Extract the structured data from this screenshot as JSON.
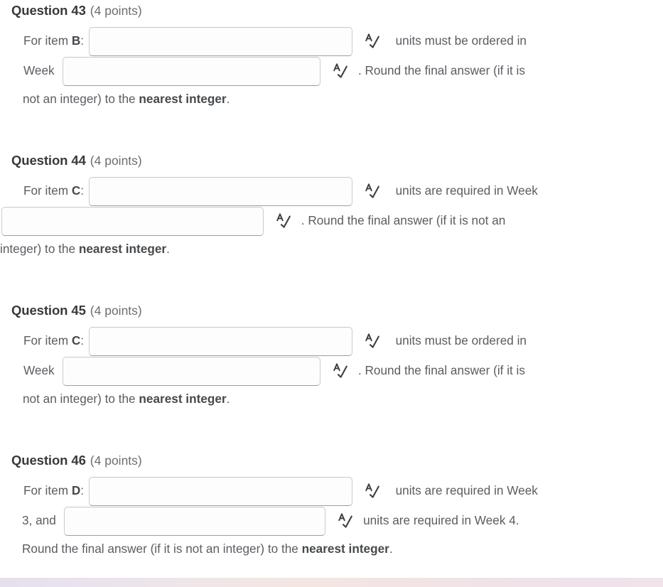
{
  "page": {
    "background_color": "#ffffff",
    "text_color": "#5a5d61",
    "heading_color": "#37393c",
    "input_border_color": "#c9cbcd",
    "bottom_strip_colors": [
      "#e6dfec",
      "#f3e6e2",
      "#f0e4ea"
    ]
  },
  "icons": {
    "spellcheck": "spellcheck-icon"
  },
  "questions": [
    {
      "title": "Question 43",
      "points": "(4 points)",
      "lines": [
        {
          "parts": [
            {
              "type": "text",
              "value": "For item "
            },
            {
              "type": "bold",
              "value": "B"
            },
            {
              "type": "text",
              "value": ":"
            },
            {
              "type": "input",
              "name": "q43-answer-1",
              "value": "",
              "placeholder": ""
            },
            {
              "type": "icon",
              "name": "spellcheck-icon"
            },
            {
              "type": "text",
              "value": "units must be ordered in"
            }
          ]
        },
        {
          "parts": [
            {
              "type": "text",
              "value": "Week "
            },
            {
              "type": "input",
              "name": "q43-answer-2",
              "value": "",
              "placeholder": ""
            },
            {
              "type": "icon",
              "name": "spellcheck-icon"
            },
            {
              "type": "text",
              "value": ". Round the final answer (if it is"
            }
          ]
        },
        {
          "parts": [
            {
              "type": "text",
              "value": "not an integer) to the "
            },
            {
              "type": "bold",
              "value": "nearest integer"
            },
            {
              "type": "text",
              "value": "."
            }
          ]
        }
      ]
    },
    {
      "title": "Question 44",
      "points": "(4 points)",
      "lines": [
        {
          "parts": [
            {
              "type": "text",
              "value": "For item "
            },
            {
              "type": "bold",
              "value": "C"
            },
            {
              "type": "text",
              "value": ":"
            },
            {
              "type": "input",
              "name": "q44-answer-1",
              "value": "",
              "placeholder": ""
            },
            {
              "type": "icon",
              "name": "spellcheck-icon"
            },
            {
              "type": "text",
              "value": "units are required in Week"
            }
          ]
        },
        {
          "parts": [
            {
              "type": "input",
              "name": "q44-answer-2",
              "value": "",
              "placeholder": ""
            },
            {
              "type": "icon",
              "name": "spellcheck-icon"
            },
            {
              "type": "text",
              "value": ". Round the final answer (if it is not an"
            }
          ]
        },
        {
          "parts": [
            {
              "type": "text",
              "value": "integer) to the "
            },
            {
              "type": "bold",
              "value": "nearest integer"
            },
            {
              "type": "text",
              "value": "."
            }
          ]
        }
      ]
    },
    {
      "title": "Question 45",
      "points": "(4 points)",
      "lines": [
        {
          "parts": [
            {
              "type": "text",
              "value": "For item "
            },
            {
              "type": "bold",
              "value": "C"
            },
            {
              "type": "text",
              "value": ":"
            },
            {
              "type": "input",
              "name": "q45-answer-1",
              "value": "",
              "placeholder": ""
            },
            {
              "type": "icon",
              "name": "spellcheck-icon"
            },
            {
              "type": "text",
              "value": "units must be ordered in"
            }
          ]
        },
        {
          "parts": [
            {
              "type": "text",
              "value": "Week "
            },
            {
              "type": "input",
              "name": "q45-answer-2",
              "value": "",
              "placeholder": ""
            },
            {
              "type": "icon",
              "name": "spellcheck-icon"
            },
            {
              "type": "text",
              "value": ". Round the final answer (if it is"
            }
          ]
        },
        {
          "parts": [
            {
              "type": "text",
              "value": "not an integer) to the "
            },
            {
              "type": "bold",
              "value": "nearest integer"
            },
            {
              "type": "text",
              "value": "."
            }
          ]
        }
      ]
    },
    {
      "title": "Question 46",
      "points": "(4 points)",
      "lines": [
        {
          "parts": [
            {
              "type": "text",
              "value": "For item "
            },
            {
              "type": "bold",
              "value": "D"
            },
            {
              "type": "text",
              "value": ":"
            },
            {
              "type": "input",
              "name": "q46-answer-1",
              "value": "",
              "placeholder": ""
            },
            {
              "type": "icon",
              "name": "spellcheck-icon"
            },
            {
              "type": "text",
              "value": "units are required in Week"
            }
          ]
        },
        {
          "parts": [
            {
              "type": "text",
              "value": "3, and "
            },
            {
              "type": "input",
              "name": "q46-answer-2",
              "value": "",
              "placeholder": ""
            },
            {
              "type": "icon",
              "name": "spellcheck-icon"
            },
            {
              "type": "text",
              "value": "units are required in Week 4."
            }
          ]
        },
        {
          "parts": [
            {
              "type": "text",
              "value": "Round the final answer (if it is not an integer) to the "
            },
            {
              "type": "bold",
              "value": "nearest integer"
            },
            {
              "type": "text",
              "value": "."
            }
          ]
        }
      ]
    }
  ]
}
